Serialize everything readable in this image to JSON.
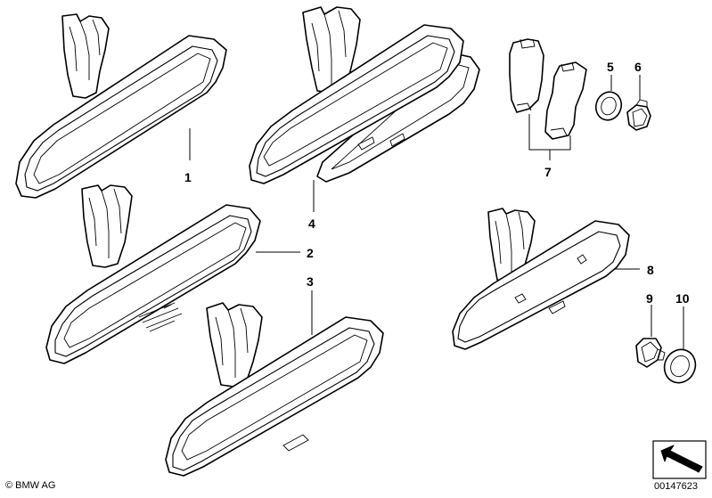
{
  "labels": {
    "p1": "1",
    "p2": "2",
    "p3": "3",
    "p4": "4",
    "p5": "5",
    "p6": "6",
    "p7": "7",
    "p8": "8",
    "p9": "9",
    "p10": "10"
  },
  "footer": {
    "copyright": "© BMW AG",
    "drawing_number": "00147623"
  },
  "icons": {
    "direction_arrow": "arrow-icon"
  }
}
